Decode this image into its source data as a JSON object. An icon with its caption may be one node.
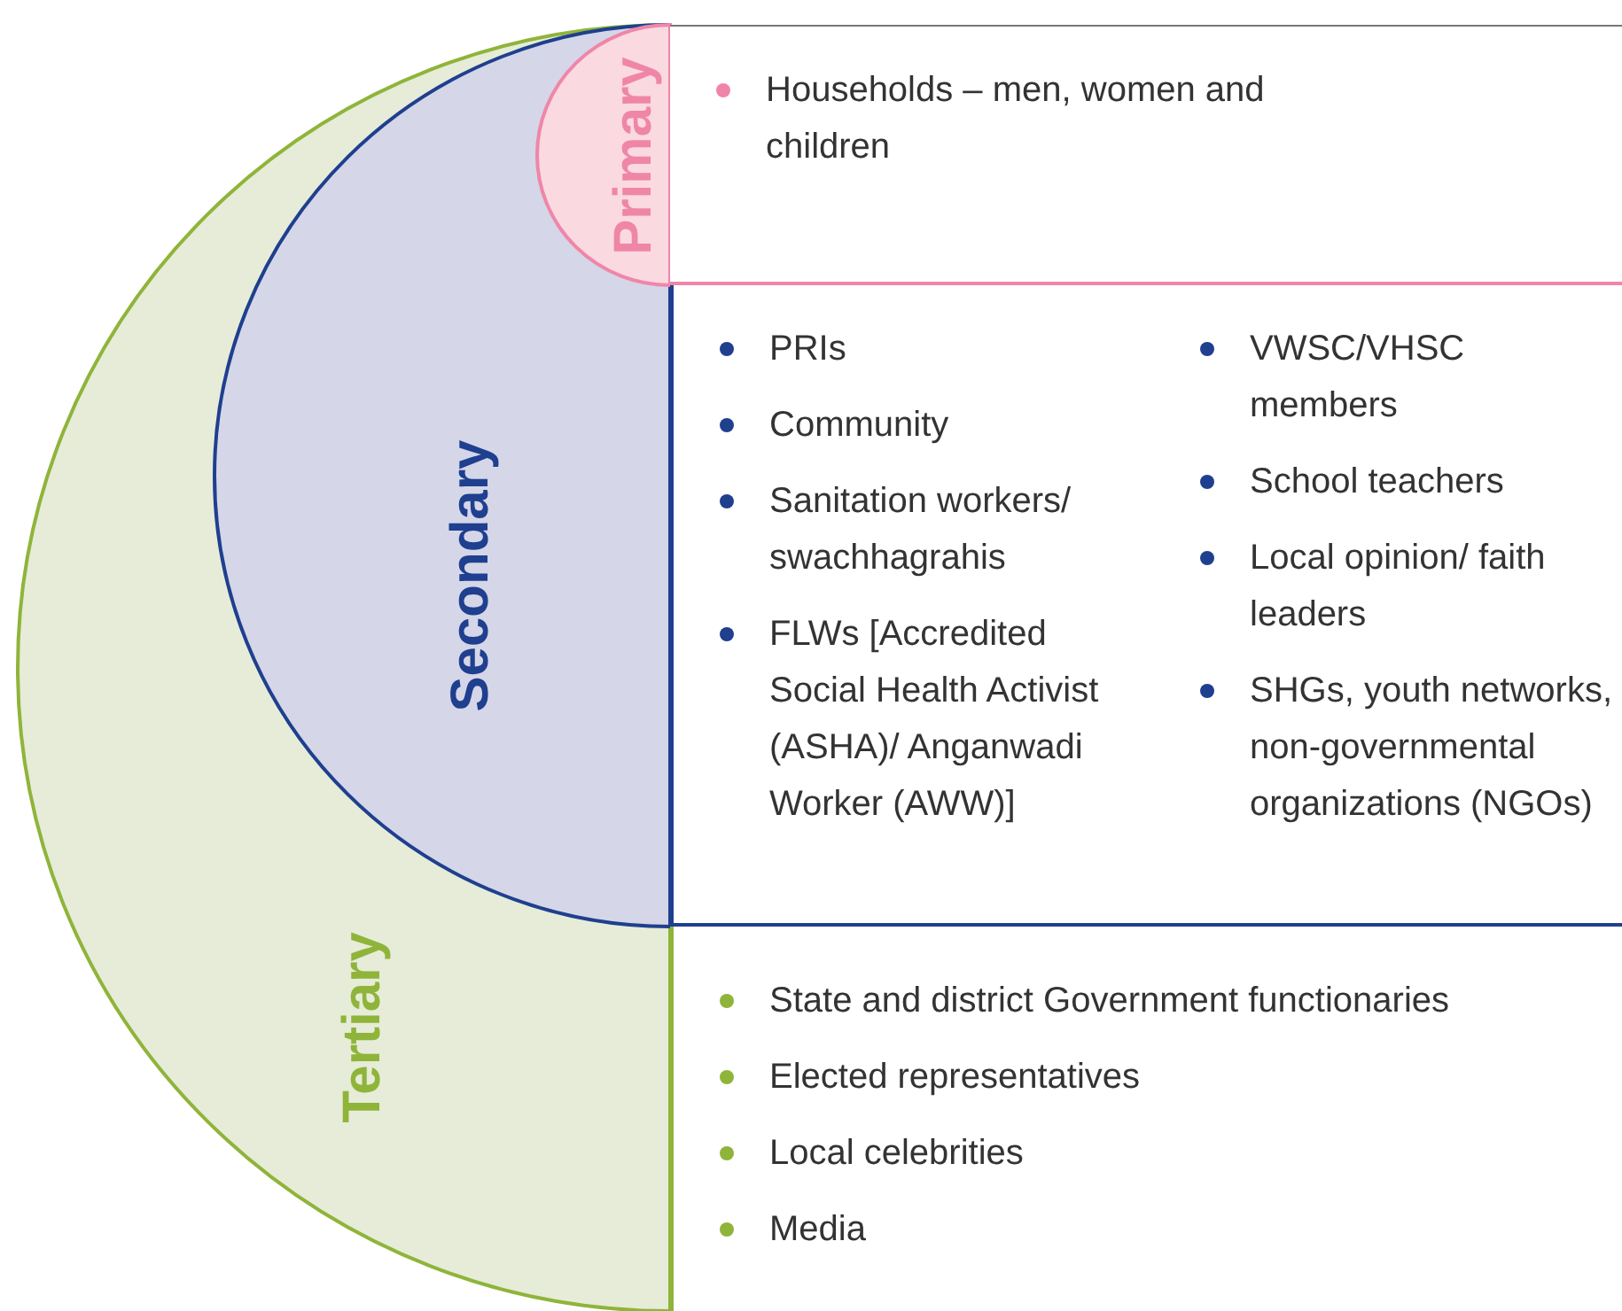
{
  "diagram": {
    "nodes": [
      {
        "text": [
          "Tertiary"
        ]
      },
      {
        "text": [
          "Secondary"
        ],
        "in": 0
      },
      {
        "text": [
          "Primary"
        ],
        "in": 1
      },
      {
        "text": [
          "Households – men, women and children"
        ]
      },
      {
        "text": [
          "PRIs",
          "Community",
          "Sanitation workers/ swachhagrahis",
          "FLWs [Accredited Social Health Activist (ASHA)/ Anganwadi Worker (AWW)]",
          "VWSC/VHSC members",
          "School teachers",
          "Local opinion/ faith leaders",
          "SHGs, youth networks, non-governmental organizations (NGOs)"
        ]
      },
      {
        "text": [
          "State and district Government functionaries",
          "Elected representatives",
          "Local celebrities",
          "Media"
        ]
      }
    ],
    "edges": []
  }
}
